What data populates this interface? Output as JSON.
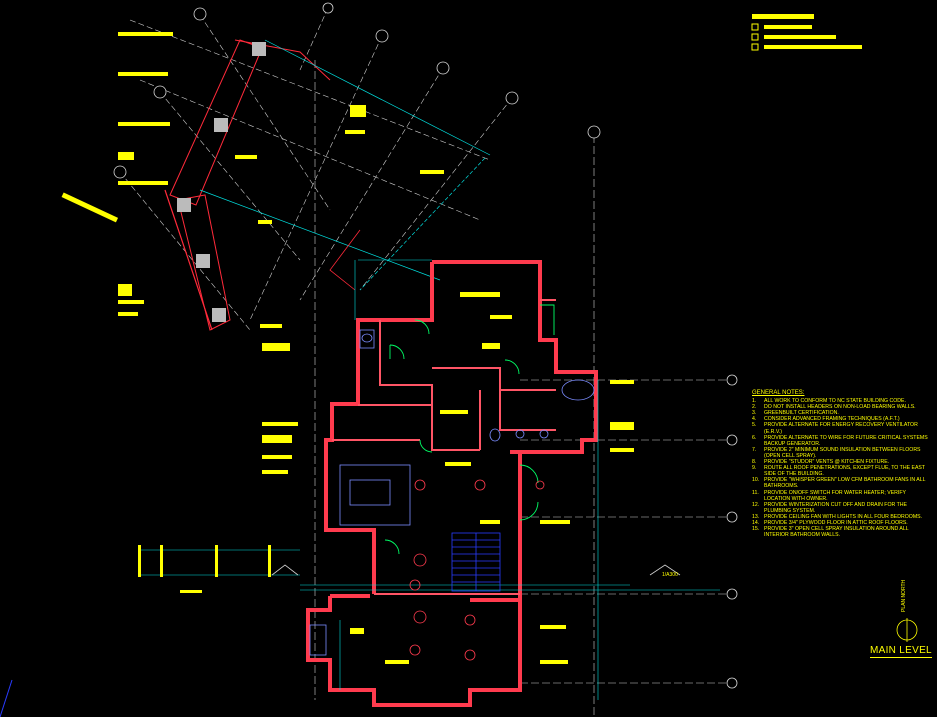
{
  "general_notes": {
    "title": "GENERAL NOTES:",
    "items": [
      {
        "num": "1.",
        "text": "ALL WORK TO CONFORM TO NC STATE BUILDING CODE."
      },
      {
        "num": "2.",
        "text": "DO NOT INSTALL HEADERS ON NON-LOAD BEARING WALLS."
      },
      {
        "num": "3.",
        "text": "GREENBUILT CERTIFICATION."
      },
      {
        "num": "4.",
        "text": "CONSIDER ADVANCED FRAMING TECHNIQUES (A.F.T.)"
      },
      {
        "num": "5.",
        "text": "PROVIDE ALTERNATE FOR ENERGY RECOVERY VENTILATOR (E.R.V.)"
      },
      {
        "num": "6.",
        "text": "PROVIDE ALTERNATE TO WIRE FOR FUTURE CRITICAL SYSTEMS BACKUP GENERATOR."
      },
      {
        "num": "7.",
        "text": "PROVIDE 2\" MINIMUM SOUND INSULATION BETWEEN FLOORS (OPEN CELL SPRAY)."
      },
      {
        "num": "8.",
        "text": "PROVIDE \"STUDOR\" VENTS @ KITCHEN FIXTURE."
      },
      {
        "num": "9.",
        "text": "ROUTE ALL ROOF PENETRATIONS, EXCEPT FLUE, TO THE EAST SIDE OF THE BUILDING."
      },
      {
        "num": "10.",
        "text": "PROVIDE \"WHISPER GREEN\" LOW CFM BATHROOM FANS IN ALL BATHROOMS."
      },
      {
        "num": "11.",
        "text": "PROVIDE ON/OFF SWITCH FOR WATER HEATER; VERIFY LOCATION WITH OWNER."
      },
      {
        "num": "12.",
        "text": "PROVIDE WINTERIZATION CUT OFF AND DRAIN FOR THE PLUMBING SYSTEM."
      },
      {
        "num": "13.",
        "text": "PROVIDE CEILING FAN WITH LIGHTS IN ALL FOUR BEDROOMS."
      },
      {
        "num": "14.",
        "text": "PROVIDE 3/4\" PLYWOOD FLOOR IN ATTIC ROOF FLOORS."
      },
      {
        "num": "15.",
        "text": "PROVIDE 3\" OPEN CELL SPRAY INSULATION AROUND ALL INTERIOR BATHROOM WALLS."
      }
    ]
  },
  "sheet": {
    "title": "MAIN LEVEL",
    "north_label": "PLAN NORTH",
    "section_tag": "1/A300"
  },
  "colors": {
    "background": "#000000",
    "wall": "#ff3b4e",
    "wall_fill": "#f4a6b4",
    "gridline": "#d0d0d0",
    "annotation": "#ffff00",
    "dimension": "#00e5e5",
    "door": "#00ff66",
    "stair": "#2a3cff",
    "furniture": "#7b8cff"
  }
}
